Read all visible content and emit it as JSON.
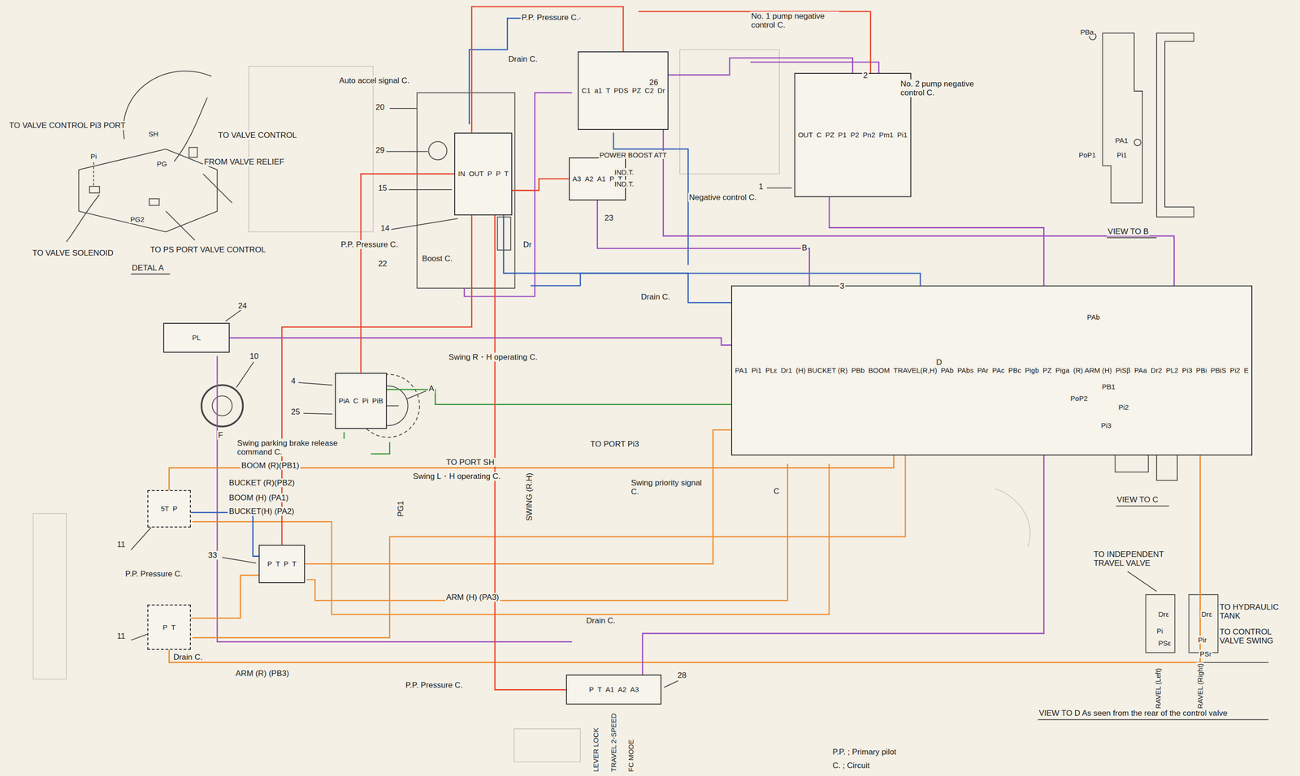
{
  "diagram": {
    "nodes": [
      {
        "text": [
          "IN",
          "OUT",
          "P",
          "P",
          "T"
        ]
      },
      {
        "text": [
          "C1",
          "a1",
          "T",
          "PDS",
          "PZ",
          "C2",
          "Dr"
        ]
      },
      {
        "text": [
          "A3",
          "A2",
          "A1",
          "P",
          "T"
        ]
      },
      {
        "text": [
          "OUT",
          "C",
          "PZ",
          "P1",
          "P2",
          "Pn2",
          "Pm1",
          "Pi1"
        ]
      },
      {
        "text": [
          "PA1",
          "Pi1",
          "PLε",
          "Dr1",
          "(H) BUCKET (R)",
          "PBb",
          "BOOM",
          "TRAVEL(R,H)",
          "PAb",
          "PAbs",
          "PAr",
          "PAc",
          "PBc",
          "Pigb",
          "PZ",
          "Piga",
          "(R) ARM (H)",
          "PiSβ",
          "PAa",
          "Dr2",
          "PL2",
          "Pi3",
          "PBi",
          "PBiS",
          "Pi2",
          "E"
        ]
      },
      {
        "text": [
          "PiA",
          "C",
          "Pi",
          "PiB"
        ]
      },
      {
        "text": [
          "5T",
          "P"
        ]
      },
      {
        "text": [
          "P",
          "T"
        ]
      },
      {
        "text": [
          "P",
          "T",
          "P",
          "T"
        ]
      },
      {
        "text": [
          "P",
          "T",
          "A1",
          "A2",
          "A3"
        ]
      },
      {
        "text": [
          "PL"
        ]
      }
    ],
    "edges": [
      {
        "from": 0,
        "to": 1,
        "arrow": "none"
      },
      {
        "from": 1,
        "to": 3,
        "arrow": "none"
      },
      {
        "from": 0,
        "to": 2,
        "arrow": "none"
      },
      {
        "from": 2,
        "to": 4,
        "arrow": "none"
      },
      {
        "from": 3,
        "to": 4,
        "arrow": "none"
      },
      {
        "from": 4,
        "to": 1,
        "arrow": "none"
      },
      {
        "from": 0,
        "to": 8,
        "arrow": "none"
      },
      {
        "from": 8,
        "to": 4,
        "arrow": "none"
      },
      {
        "from": 6,
        "to": 8,
        "arrow": "none"
      },
      {
        "from": 7,
        "to": 8,
        "arrow": "none"
      },
      {
        "from": 6,
        "to": 4,
        "arrow": "none"
      },
      {
        "from": 7,
        "to": 4,
        "arrow": "none"
      },
      {
        "from": 5,
        "to": 4,
        "arrow": "none"
      },
      {
        "from": 9,
        "to": 4,
        "arrow": "none"
      },
      {
        "from": 0,
        "to": 9,
        "arrow": "none"
      },
      {
        "from": 4,
        "to": 0,
        "arrow": "none"
      },
      {
        "from": 10,
        "to": 4,
        "arrow": "none"
      },
      {
        "from": 5,
        "to": 0,
        "arrow": "none"
      }
    ],
    "labels": [
      "P.P. Pressure C.",
      "Drain C.",
      "No. 1 pump negative control C.",
      "Auto accel signal C.",
      "26",
      "20",
      "29",
      "15",
      "14",
      "P.P. Pressure C.",
      "22",
      "Boost C.",
      "Dr",
      "POWER BOOST ATT",
      "IND.T.",
      "IND.T.",
      "23",
      "Negative control C.",
      "2",
      "No. 2 pump negative control C.",
      "1",
      "B",
      "3",
      "Drain C.",
      "D",
      "C",
      "24",
      "10",
      "F",
      "Swing R・H operating C.",
      "A",
      "4",
      "25",
      "Swing parking brake release command C.",
      "BOOM (R)(PB1)",
      "BUCKET (R)(PB2)",
      "BOOM (H) (PA1)",
      "BUCKET(H) (PA2)",
      "TO PORT SH",
      "PG1",
      "Swing L・H operating C.",
      "SWING (R.H)",
      "TO PORT Pi3",
      "Swing priority signal C.",
      "11",
      "33",
      "P.P. Pressure C.",
      "11",
      "Drain C.",
      "ARM (H) (PA3)",
      "Drain C.",
      "ARM (R) (PB3)",
      "P.P. Pressure C.",
      "28",
      "LEVER LOCK",
      "TRAVEL 2-SPEED",
      "FC MODE",
      "P.P. ; Primary pilot",
      "C. ; Circuit",
      "TO VALVE CONTROL Pi3 PORT",
      "SH",
      "TO VALVE CONTROL",
      "FROM VALVE RELIEF",
      "Pi",
      "PG",
      "PG2",
      "TO VALVE SOLENOID",
      "TO PS PORT VALVE CONTROL",
      "DETAL A",
      "PBa",
      "PA1",
      "PoP1",
      "Pi1",
      "VIEW TO B",
      "PAb",
      "PB1",
      "PoP2",
      "Pi2",
      "Pi3",
      "VIEW TO C",
      "TO INDEPENDENT TRAVEL VALVE",
      "TO HYDRAULIC TANK",
      "TO CONTROL VALVE SWING",
      "Drε",
      "Drε",
      "Pi",
      "Pir",
      "PSε",
      "PSr",
      "TRAVEL (Left)",
      "TRAVEL (Right)",
      "VIEW TO D As seen from the rear of the control valve"
    ]
  }
}
